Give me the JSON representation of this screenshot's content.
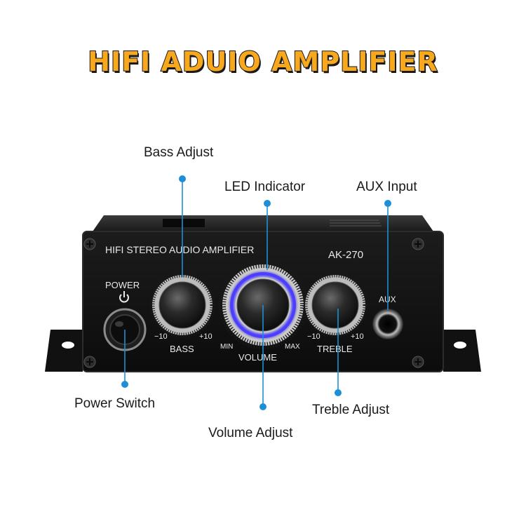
{
  "title": "HIFI ADUIO AMPLIFIER",
  "callouts": {
    "bass": "Bass Adjust",
    "led": "LED Indicator",
    "aux": "AUX Input",
    "power": "Power Switch",
    "volume": "Volume Adjust",
    "treble": "Treble Adjust"
  },
  "panel": {
    "brand_text": "HIFI STEREO AUDIO AMPLIFIER",
    "model": "AK-270",
    "power_label": "POWER",
    "bass_label": "BASS",
    "bass_min": "−10",
    "bass_max": "+10",
    "volume_label": "VOLUME",
    "volume_min": "MIN",
    "volume_max": "MAX",
    "treble_label": "TREBLE",
    "treble_min": "−10",
    "treble_max": "+10",
    "aux_label": "AUX"
  },
  "colors": {
    "title_fill": "#f7a81c",
    "callout_line": "#1e8fd6",
    "led_glow": "#4b3cff",
    "chassis": "#151515"
  }
}
